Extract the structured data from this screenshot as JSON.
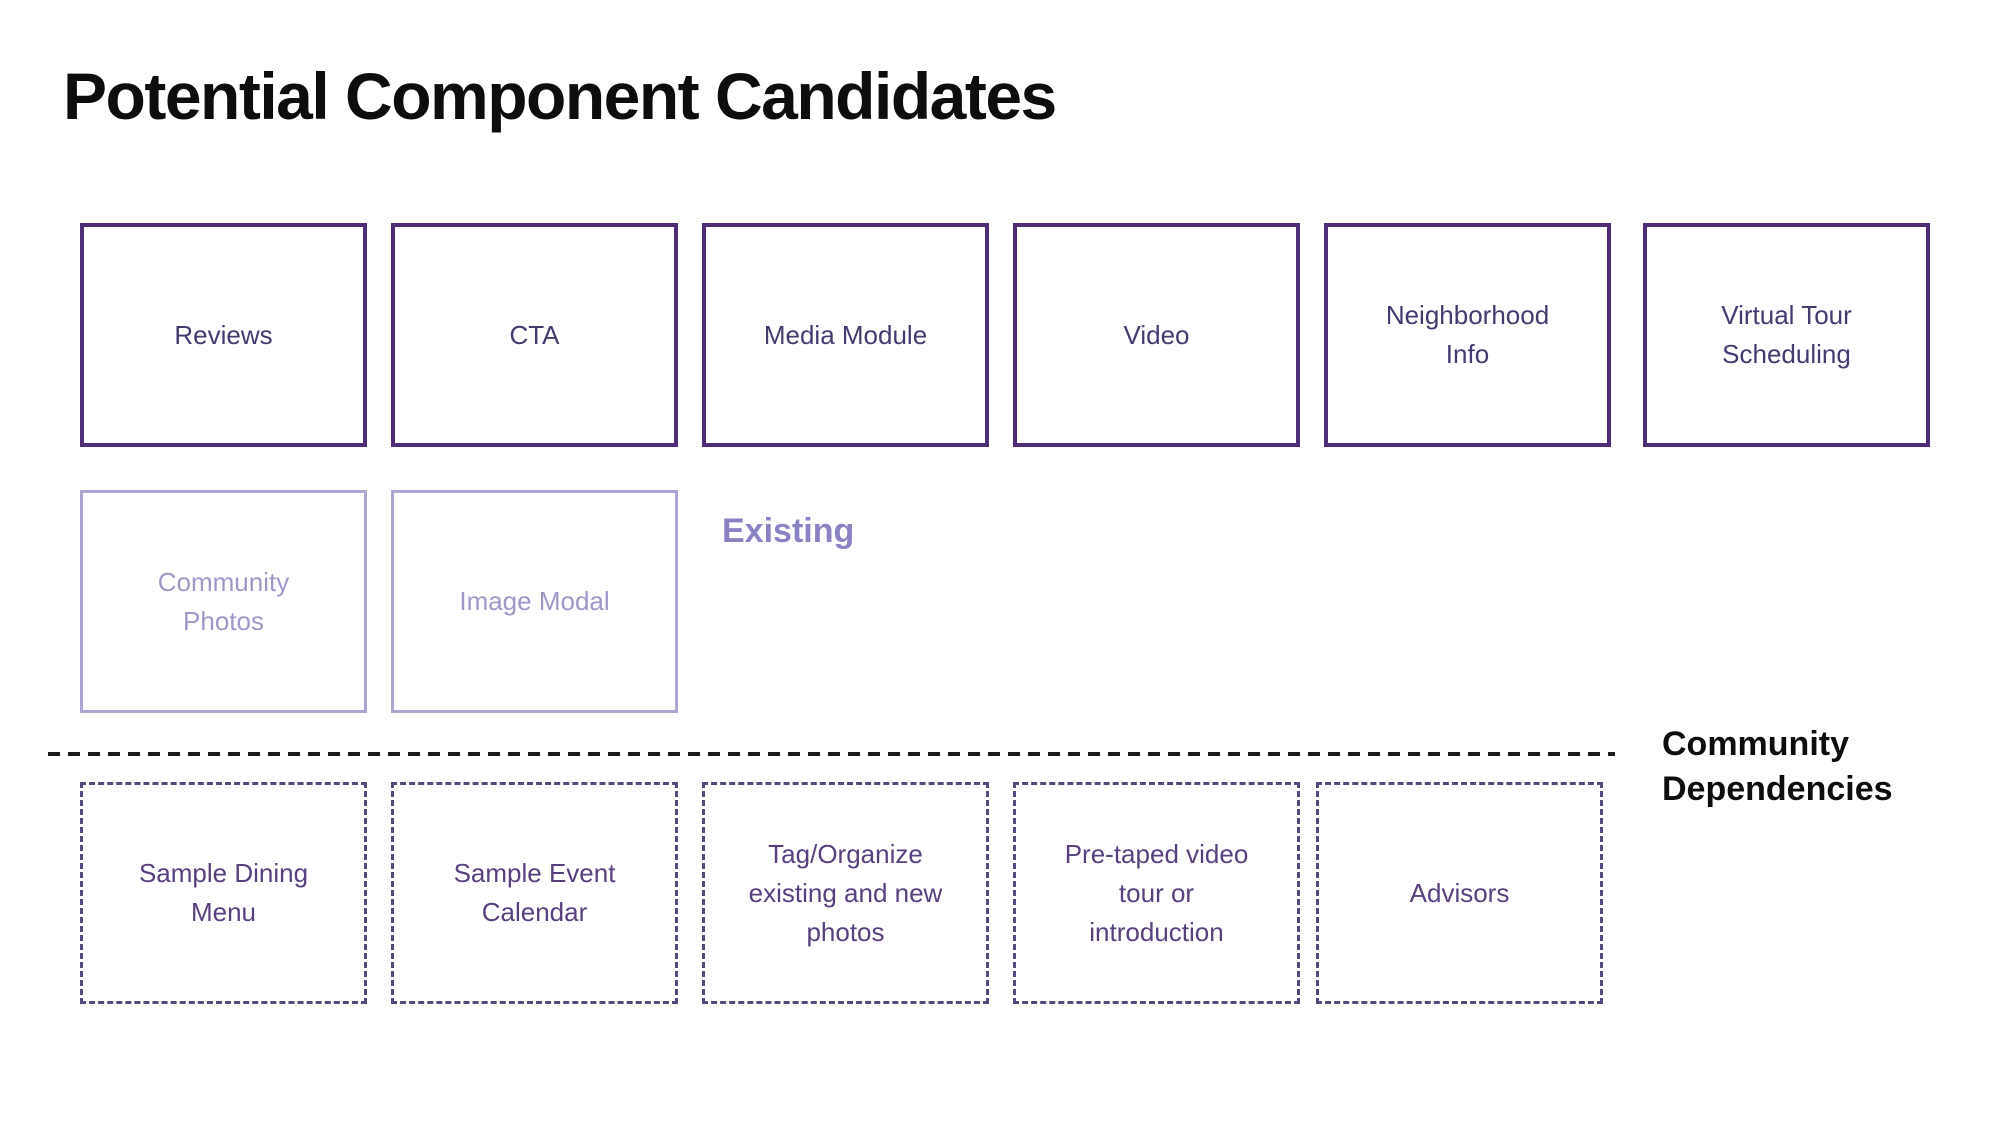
{
  "page": {
    "title": "Potential Component Candidates"
  },
  "sections": {
    "candidates": {
      "boxes": [
        "Reviews",
        "CTA",
        "Media Module",
        "Video",
        "Neighborhood\nInfo",
        "Virtual Tour\nScheduling"
      ]
    },
    "existing": {
      "label": "Existing",
      "boxes": [
        "Community\nPhotos",
        "Image Modal"
      ]
    },
    "dependencies": {
      "label": "Community\nDependencies",
      "boxes": [
        "Sample Dining\nMenu",
        "Sample Event\nCalendar",
        "Tag/Organize\nexisting and new\nphotos",
        "Pre-taped video\ntour or\nintroduction",
        "Advisors"
      ]
    }
  },
  "colors": {
    "candidate_border": "#4e2d75",
    "candidate_text": "#453a70",
    "existing_border": "#aba7d2",
    "existing_text": "#9e98c8",
    "existing_heading": "#8a83c3",
    "dependency_border": "#524a7c",
    "dependency_text": "#58407f",
    "divider": "#1c1c1c",
    "title_text": "#0d0d0d",
    "background": "#ffffff"
  }
}
